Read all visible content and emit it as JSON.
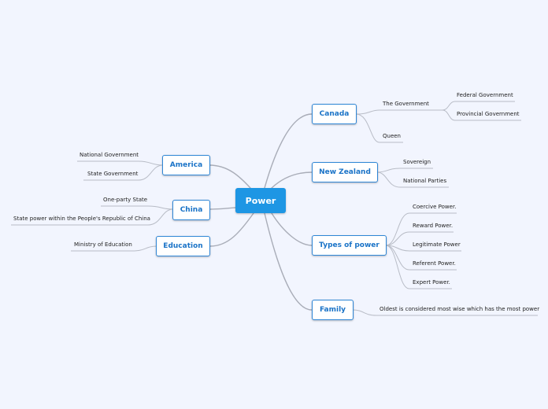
{
  "diagram": {
    "root": {
      "label": "Power"
    },
    "branches": {
      "canada": {
        "label": "Canada",
        "children": {
          "the_government": {
            "label": "The Government",
            "children": {
              "federal": "Federal Government",
              "provincial": "Provincial Government"
            }
          },
          "queen": "Queen"
        }
      },
      "new_zealand": {
        "label": "New Zealand",
        "children": {
          "sovereign": "Sovereign",
          "national_parties": "National Parties"
        }
      },
      "types_of_power": {
        "label": "Types of power",
        "children": {
          "coercive": "Coercive Power.",
          "reward": "Reward Power.",
          "legitimate": "Legitimate Power",
          "referent": "Referent Power.",
          "expert": "Expert Power."
        }
      },
      "family": {
        "label": "Family",
        "children": {
          "oldest": "Oldest is considered most wise which has the most power"
        }
      },
      "america": {
        "label": "America",
        "children": {
          "national": "National Government",
          "state": "State Government"
        }
      },
      "china": {
        "label": "China",
        "children": {
          "one_party": "One-party State",
          "state_power": "State power within the People's Republic of China"
        }
      },
      "education": {
        "label": "Education",
        "children": {
          "ministry": "Ministry of Education"
        }
      }
    },
    "colors": {
      "background": "#f2f5fe",
      "root_fill": "#1e96e4",
      "branch_border": "#2e86d6",
      "branch_text": "#1a73c7",
      "connector": "#a9adb8"
    }
  }
}
